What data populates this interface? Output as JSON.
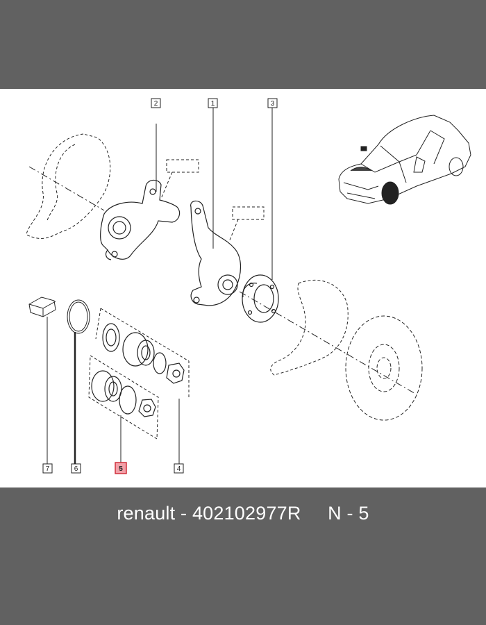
{
  "callouts": [
    {
      "id": "c1",
      "label": "1",
      "highlighted": false
    },
    {
      "id": "c2",
      "label": "2",
      "highlighted": false
    },
    {
      "id": "c3",
      "label": "3",
      "highlighted": false
    },
    {
      "id": "c4",
      "label": "4",
      "highlighted": false
    },
    {
      "id": "c5",
      "label": "5",
      "highlighted": true
    },
    {
      "id": "c6",
      "label": "6",
      "highlighted": false
    },
    {
      "id": "c7",
      "label": "7",
      "highlighted": false
    }
  ],
  "caption": {
    "brand": "renault",
    "separator": " - ",
    "part_number": "402102977R",
    "gap": "     ",
    "reference": "N - 5"
  },
  "colors": {
    "band": "#616161",
    "diagram_bg": "#ffffff",
    "line": "#222222",
    "highlight_fill": "#f2a0a8",
    "highlight_stroke": "#d0303c"
  }
}
